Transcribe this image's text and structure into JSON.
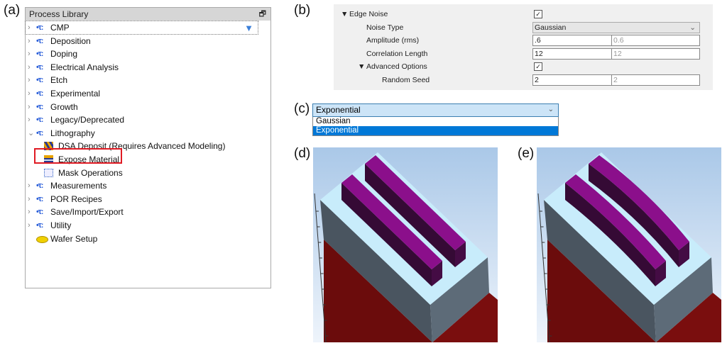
{
  "panel_labels": {
    "a": "(a)",
    "b": "(b)",
    "c": "(c)",
    "d": "(d)",
    "e": "(e)"
  },
  "process_library": {
    "title": "Process Library",
    "restore_icon": "restore-window-icon",
    "filter_icon": "funnel-icon",
    "items": [
      {
        "label": "CMP",
        "type": "group",
        "expanded": false,
        "selected": true
      },
      {
        "label": "Deposition",
        "type": "group",
        "expanded": false
      },
      {
        "label": "Doping",
        "type": "group",
        "expanded": false
      },
      {
        "label": "Electrical Analysis",
        "type": "group",
        "expanded": false
      },
      {
        "label": "Etch",
        "type": "group",
        "expanded": false
      },
      {
        "label": "Experimental",
        "type": "group",
        "expanded": false
      },
      {
        "label": "Growth",
        "type": "group",
        "expanded": false
      },
      {
        "label": "Legacy/Deprecated",
        "type": "group",
        "expanded": false
      },
      {
        "label": "Lithography",
        "type": "group",
        "expanded": true
      },
      {
        "label": "DSA Deposit (Requires Advanced Modeling)",
        "type": "child",
        "icon": "dsa-icon"
      },
      {
        "label": "Expose Material",
        "type": "child",
        "icon": "expose-icon",
        "highlighted": true
      },
      {
        "label": "Mask Operations",
        "type": "child",
        "icon": "mask-icon"
      },
      {
        "label": "Measurements",
        "type": "group",
        "expanded": false
      },
      {
        "label": "POR Recipes",
        "type": "group",
        "expanded": false
      },
      {
        "label": "Save/Import/Export",
        "type": "group",
        "expanded": false
      },
      {
        "label": "Utility",
        "type": "group",
        "expanded": false
      },
      {
        "label": "Wafer Setup",
        "type": "leaf",
        "icon": "wafer-icon"
      }
    ]
  },
  "edge_noise": {
    "label": "Edge Noise",
    "checked": true,
    "noise_type": {
      "label": "Noise Type",
      "value": "Gaussian"
    },
    "amplitude": {
      "label": "Amplitude (rms)",
      "value": ".6",
      "default": "0.6"
    },
    "correlation_length": {
      "label": "Correlation Length",
      "value": "12",
      "default": "12"
    },
    "advanced": {
      "label": "Advanced Options",
      "checked": true
    },
    "random_seed": {
      "label": "Random Seed",
      "value": "2",
      "default": "2"
    }
  },
  "noise_dropdown": {
    "selected": "Exponential",
    "options": [
      "Gaussian",
      "Exponential"
    ]
  },
  "colors": {
    "lines": "#8b0f8b",
    "block_top": "#c8ecfb",
    "substrate": "#6b0c0c",
    "highlight": "#e01b24",
    "select": "#0078d7"
  }
}
